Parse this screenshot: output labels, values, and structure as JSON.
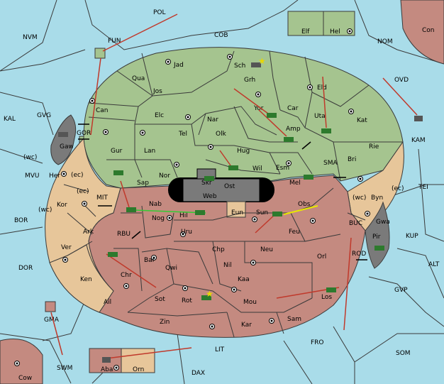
{
  "colors": {
    "sea": "#a9dce9",
    "north_power": "#a5c48f",
    "south_power": "#c48a80",
    "neutral": "#e7c69a",
    "impassable": "#7a7a7a",
    "move_order": "#c0392b",
    "support_order_green": "#33cc33",
    "support_order_yellow": "#e8e800"
  },
  "sea_regions": {
    "POL": "POL",
    "COB": "COB",
    "NVM": "NVM",
    "NOM": "NOM",
    "OVD": "OVD",
    "KAL": "KAL",
    "GVG": "GVG",
    "MVU": "MVU",
    "BOR": "BOR",
    "DOR": "DOR",
    "MIT": "MIT",
    "RBU": "RBU",
    "SMA": "SMA",
    "TEI": "TEI",
    "KUP": "KUP",
    "BUC": "BUC",
    "ALT": "ALT",
    "GVP": "GVP",
    "FRO": "FRO",
    "SOM": "SOM",
    "LIT": "LIT",
    "DAX": "DAX",
    "SWM": "SWM",
    "KAM": "KAM"
  },
  "islands": {
    "FUN": "FUN",
    "Con": "Con",
    "Elf": "Elf",
    "Hel": "Hel",
    "GMA": "GMA",
    "Cow": "Cow",
    "Aba": "Aba",
    "Orn": "Orn",
    "GOR": "GOR",
    "ROD": "ROD"
  },
  "provinces_north": {
    "Jad": "Jad",
    "Sch": "Sch",
    "Qua": "Qua",
    "Jos": "Jos",
    "Grh": "Grh",
    "Eld": "Eld",
    "Can": "Can",
    "Elc": "Elc",
    "Nar": "Nar",
    "Yor": "Yor",
    "Car": "Car",
    "Uta": "Uta",
    "Kat": "Kat",
    "Tel": "Tel",
    "Olk": "Olk",
    "Amp": "Amp",
    "Gur": "Gur",
    "Lan": "Lan",
    "Hug": "Hug",
    "Rie": "Rie",
    "Bri": "Bri",
    "Nor": "Nor",
    "Wil": "Wil",
    "Esm": "Esm",
    "Sap": "Sap",
    "Mel": "Mel",
    "Skr": "Skr",
    "Ost": "Ost",
    "Web": "Web",
    "Gaw": "Gaw"
  },
  "provinces_south": {
    "Nab": "Nab",
    "Nog": "Nog",
    "Hil": "Hil",
    "Eun": "Eun",
    "Sun": "Sun",
    "Obs": "Obs",
    "Uru": "Uru",
    "Feu": "Feu",
    "Chp": "Chp",
    "Neu": "Neu",
    "Orl": "Orl",
    "Bar": "Bar",
    "Qwi": "Qwi",
    "Nil": "Nil",
    "Chr": "Chr",
    "Kaa": "Kaa",
    "Sot": "Sot",
    "Rot": "Rot",
    "Mou": "Mou",
    "Los": "Los",
    "Ail": "Ail",
    "Zin": "Zin",
    "Kar": "Kar",
    "Sam": "Sam",
    "Pir": "Pir"
  },
  "provinces_neutral": {
    "Her": "Her",
    "Kor": "Kor",
    "Ark": "Ark",
    "Ver": "Ver",
    "Ken": "Ken",
    "Byn": "Byn",
    "Gwa": "Gwa"
  },
  "coast_marks": {
    "wc1": "(wc)",
    "ec1": "(ec)",
    "ec2": "(ec)",
    "wc2": "(wc)",
    "wc3": "(wc)",
    "ec3": "(ec)"
  }
}
